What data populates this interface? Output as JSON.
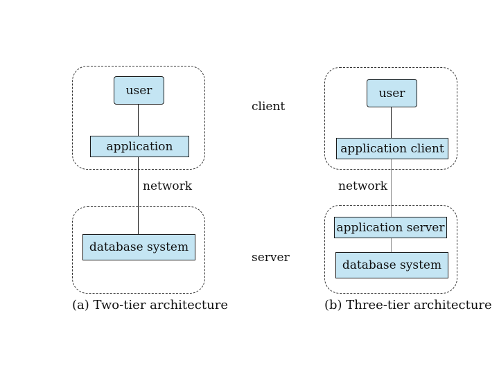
{
  "two_tier": {
    "user": "user",
    "application": "application",
    "network": "network",
    "database": "database system",
    "caption": "(a) Two-tier architecture"
  },
  "three_tier": {
    "user": "user",
    "app_client": "application client",
    "network": "network",
    "app_server": "application server",
    "database": "database system",
    "caption": "(b) Three-tier architecture"
  },
  "legend": {
    "client": "client",
    "server": "server"
  }
}
